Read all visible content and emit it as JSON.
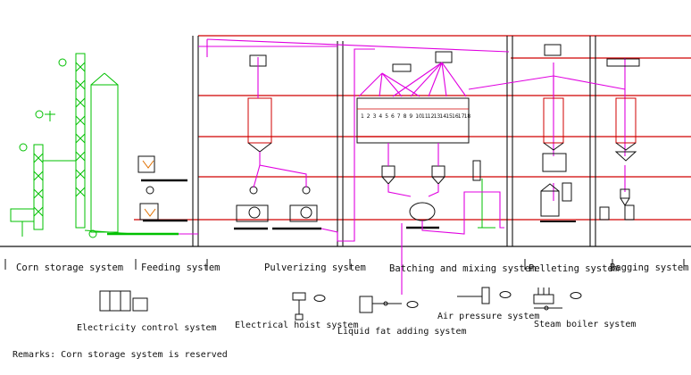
{
  "systems": [
    {
      "label": "Corn storage system"
    },
    {
      "label": "Feeding system"
    },
    {
      "label": "Pulverizing system"
    },
    {
      "label": "Batching and mixing system"
    },
    {
      "label": "Pelleting system"
    },
    {
      "label": "Bagging system"
    }
  ],
  "legend": [
    {
      "label": "Electricity control system"
    },
    {
      "label": "Electrical hoist system"
    },
    {
      "label": "Liquid fat adding system"
    },
    {
      "label": "Air pressure system"
    },
    {
      "label": "Steam boiler system"
    }
  ],
  "bins": [
    "1",
    "2",
    "3",
    "4",
    "5",
    "6",
    "7",
    "8",
    "9",
    "10",
    "11",
    "12",
    "13",
    "14",
    "15",
    "16",
    "17",
    "18"
  ],
  "remarks": "Remarks: Corn storage system is reserved",
  "colors": {
    "floor_line": "#d00000",
    "conveying_line": "#e000e0",
    "storage_green": "#00c000",
    "equipment": "#111111"
  }
}
